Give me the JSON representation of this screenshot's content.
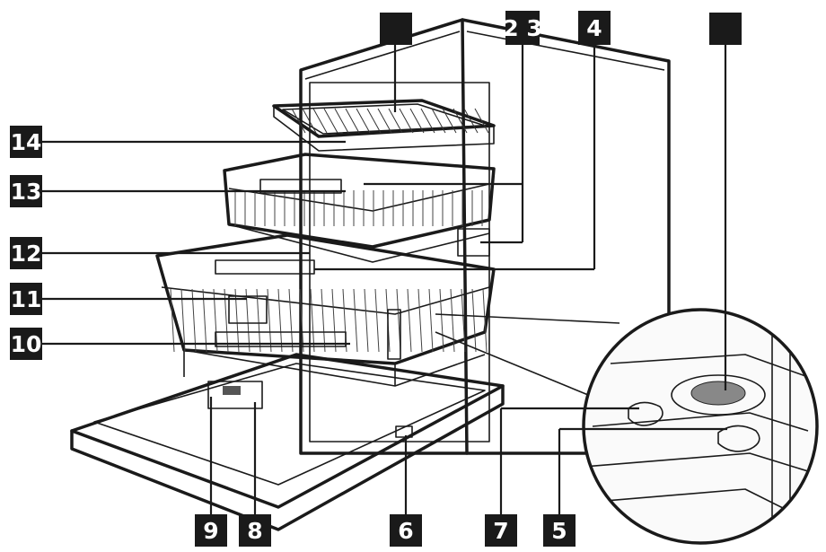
{
  "labels": {
    "top_unnumbered_left": "",
    "top_2_3": "2 3",
    "top_4": "4",
    "top_unnumbered_right": "",
    "left_14": "14",
    "left_13": "13",
    "left_12": "12",
    "left_11": "11",
    "left_10": "10",
    "bottom_9": "9",
    "bottom_8": "8",
    "bottom_6": "6",
    "bottom_7": "7",
    "bottom_5": "5"
  }
}
